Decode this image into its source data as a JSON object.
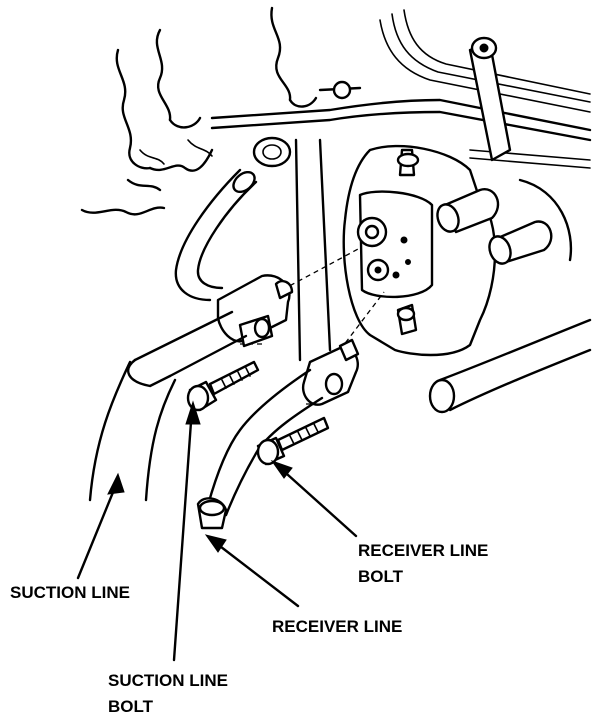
{
  "labels": {
    "suction_line": "SUCTION LINE",
    "suction_line_bolt_1": "SUCTION LINE",
    "suction_line_bolt_2": "BOLT",
    "receiver_line": "RECEIVER LINE",
    "receiver_line_bolt_1": "RECEIVER LINE",
    "receiver_line_bolt_2": "BOLT"
  }
}
